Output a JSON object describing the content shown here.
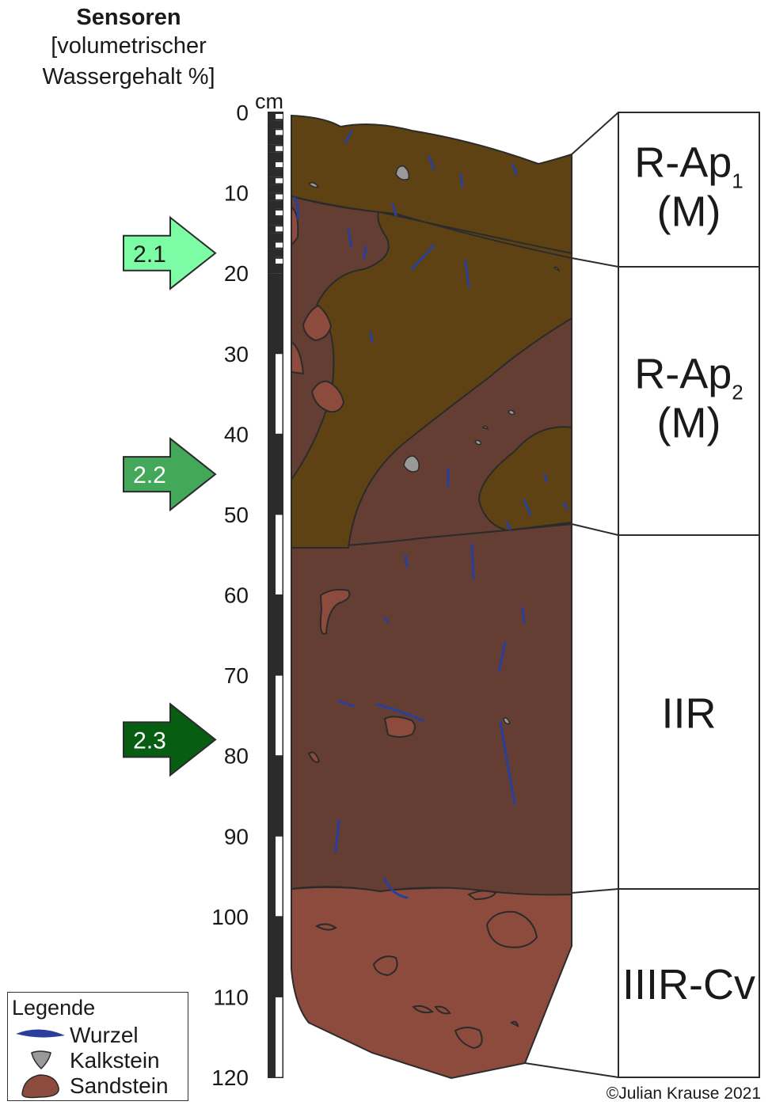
{
  "header": {
    "title": "Sensoren",
    "subtitle_line1": "[volumetrischer",
    "subtitle_line2": "Wassergehalt %]"
  },
  "depth_scale": {
    "unit": "cm",
    "ticks": [
      "0",
      "10",
      "20",
      "30",
      "40",
      "50",
      "60",
      "70",
      "80",
      "90",
      "100",
      "110",
      "120"
    ]
  },
  "sensors": [
    {
      "label": "2.1",
      "depth_cm": 17.5,
      "color": "#7dfca6"
    },
    {
      "label": "2.2",
      "depth_cm": 45,
      "color": "#43a85a"
    },
    {
      "label": "2.3",
      "depth_cm": 78,
      "color": "#075e12"
    }
  ],
  "horizons": [
    {
      "name": "R-Ap",
      "sub": "1",
      "line2": "(M)",
      "from_cm": 0,
      "to_cm": 19
    },
    {
      "name": "R-Ap",
      "sub": "2",
      "line2": "(M)",
      "from_cm": 19,
      "to_cm": 52
    },
    {
      "name": "IIR",
      "sub": "",
      "line2": "",
      "from_cm": 52,
      "to_cm": 96
    },
    {
      "name": "IIIR-Cv",
      "sub": "",
      "line2": "",
      "from_cm": 96,
      "to_cm": 120
    }
  ],
  "colors": {
    "topsoil": "#5e4214",
    "subsoil": "#643e32",
    "sandstone": "#8d4b3e",
    "root": "#2a3f9c",
    "limestone": "#999999",
    "outline": "#2b2b2b"
  },
  "legend": {
    "title": "Legende",
    "items": [
      {
        "label": "Wurzel",
        "icon": "root-icon"
      },
      {
        "label": "Kalkstein",
        "icon": "limestone-icon"
      },
      {
        "label": "Sandstein",
        "icon": "sandstone-icon"
      }
    ]
  },
  "copyright": "©Julian Krause 2021"
}
